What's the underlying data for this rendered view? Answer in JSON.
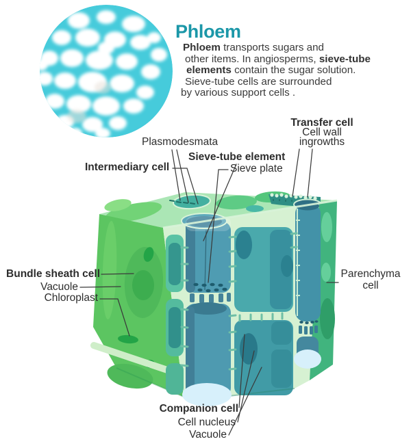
{
  "title": "Phloem",
  "desc": {
    "l1b": "Phloem",
    "l1r": " transports sugars and",
    "l2r": "other items. In angiosperms, ",
    "l2b": "sieve-tube",
    "l3b": "elements",
    "l3r": " contain the sugar solution.",
    "l4r": "Sieve-tube cells are surrounded",
    "l5r": "by various support cells ."
  },
  "labels": {
    "plasmodesmata": "Plasmodesmata",
    "intermediary_cell": "Intermediary cell",
    "sieve_tube_element": "Sieve-tube element",
    "sieve_plate": "Sieve plate",
    "transfer_cell": "Transfer cell",
    "cell_wall_line1": "Cell wall",
    "cell_wall_line2": "ingrowths",
    "bundle_sheath_cell": "Bundle sheath cell",
    "vacuole_left": "Vacuole",
    "chloroplast": "Chloroplast",
    "parenchyma_line1": "Parenchyma",
    "parenchyma_line2": "cell",
    "companion_cell": "Companion cell",
    "cell_nucleus": "Cell nucleus",
    "vacuole_bottom": "Vacuole"
  },
  "palette": {
    "title_teal": "#1b97a8",
    "body_text": "#3a3a3a",
    "label_text": "#2d2d2d",
    "leader_line": "#3a3a3a",
    "micrograph_cyan": "#46cbdb",
    "micrograph_cell_white": "#ffffff",
    "top_face_green": "#abe6b5",
    "left_face_green": "#5cc561",
    "bundle_cell_green": "#4fb95a",
    "vacuole_green": "#3dad4f",
    "chloroplast_green": "#23a447",
    "cell_wall_pale": "#d6f1d2",
    "sieve_tube_teal": "#4f9cb2",
    "tube_shadow": "#3a7a90",
    "sieve_pore_dark": "#1e5c6e",
    "phloem_cell_teal": "#4aa9ac",
    "nucleus_teal": "#2b8190",
    "transfer_cell_dark": "#2e8e84",
    "parenchyma_green": "#41b47e",
    "parenchyma_oval": "#2f9e68",
    "light_blue": "#d7f0fb"
  }
}
